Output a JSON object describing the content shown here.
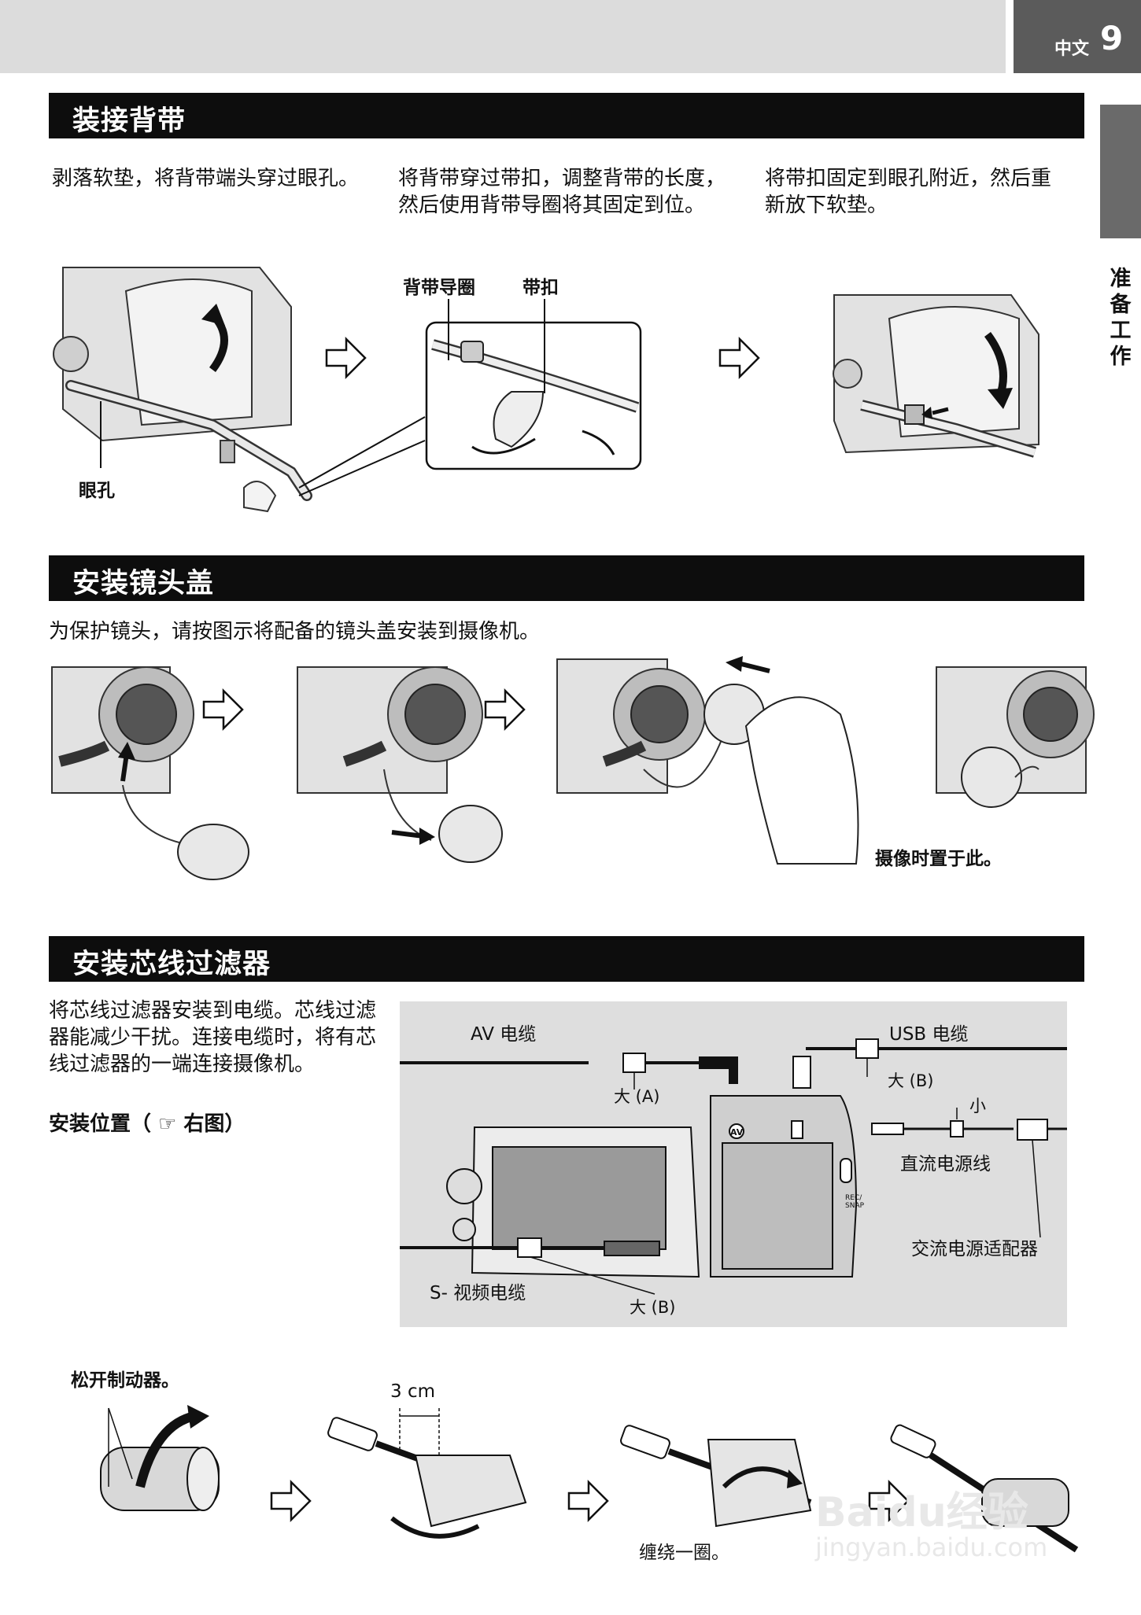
{
  "header": {
    "lang": "中文",
    "page_number": "9"
  },
  "side_tab": {
    "label": "准备工作"
  },
  "sections": {
    "strap": {
      "title": "装接背带",
      "steps": [
        "剥落软垫，将背带端头穿过眼孔。",
        "将背带穿过带扣，调整背带的长度，然后使用背带导圈将其固定到位。",
        "将带扣固定到眼孔附近，然后重新放下软垫。"
      ],
      "labels": {
        "guide_loop": "背带导圈",
        "buckle": "带扣",
        "eyelet": "眼孔"
      }
    },
    "lens_cap": {
      "title": "安装镜头盖",
      "intro": "为保护镜头，请按图示将配备的镜头盖安装到摄像机。",
      "note": "摄像时置于此。"
    },
    "core_filter": {
      "title": "安装芯线过滤器",
      "description": "将芯线过滤器安装到电缆。芯线过滤器能减少干扰。连接电缆时，将有芯线过滤器的一端连接摄像机。",
      "location_label": "安装位置（ ☞ 右图）",
      "diagram_labels": {
        "av_cable": "AV 电缆",
        "usb_cable": "USB 电缆",
        "large_a": "大 (A)",
        "large_b_top": "大 (B)",
        "small": "小",
        "dc_cord": "直流电源线",
        "ac_adapter": "交流电源适配器",
        "s_video": "S- 视频电缆",
        "large_b_bottom": "大 (B)",
        "av_jack": "AV",
        "rec_snap": "REC/\nSNAP"
      },
      "steps": {
        "release": "松开制动器。",
        "distance": "3 cm",
        "wind": "缠绕一圈。"
      }
    }
  },
  "watermark": {
    "brand": "Baidu经验",
    "url": "jingyan.baidu.com"
  }
}
